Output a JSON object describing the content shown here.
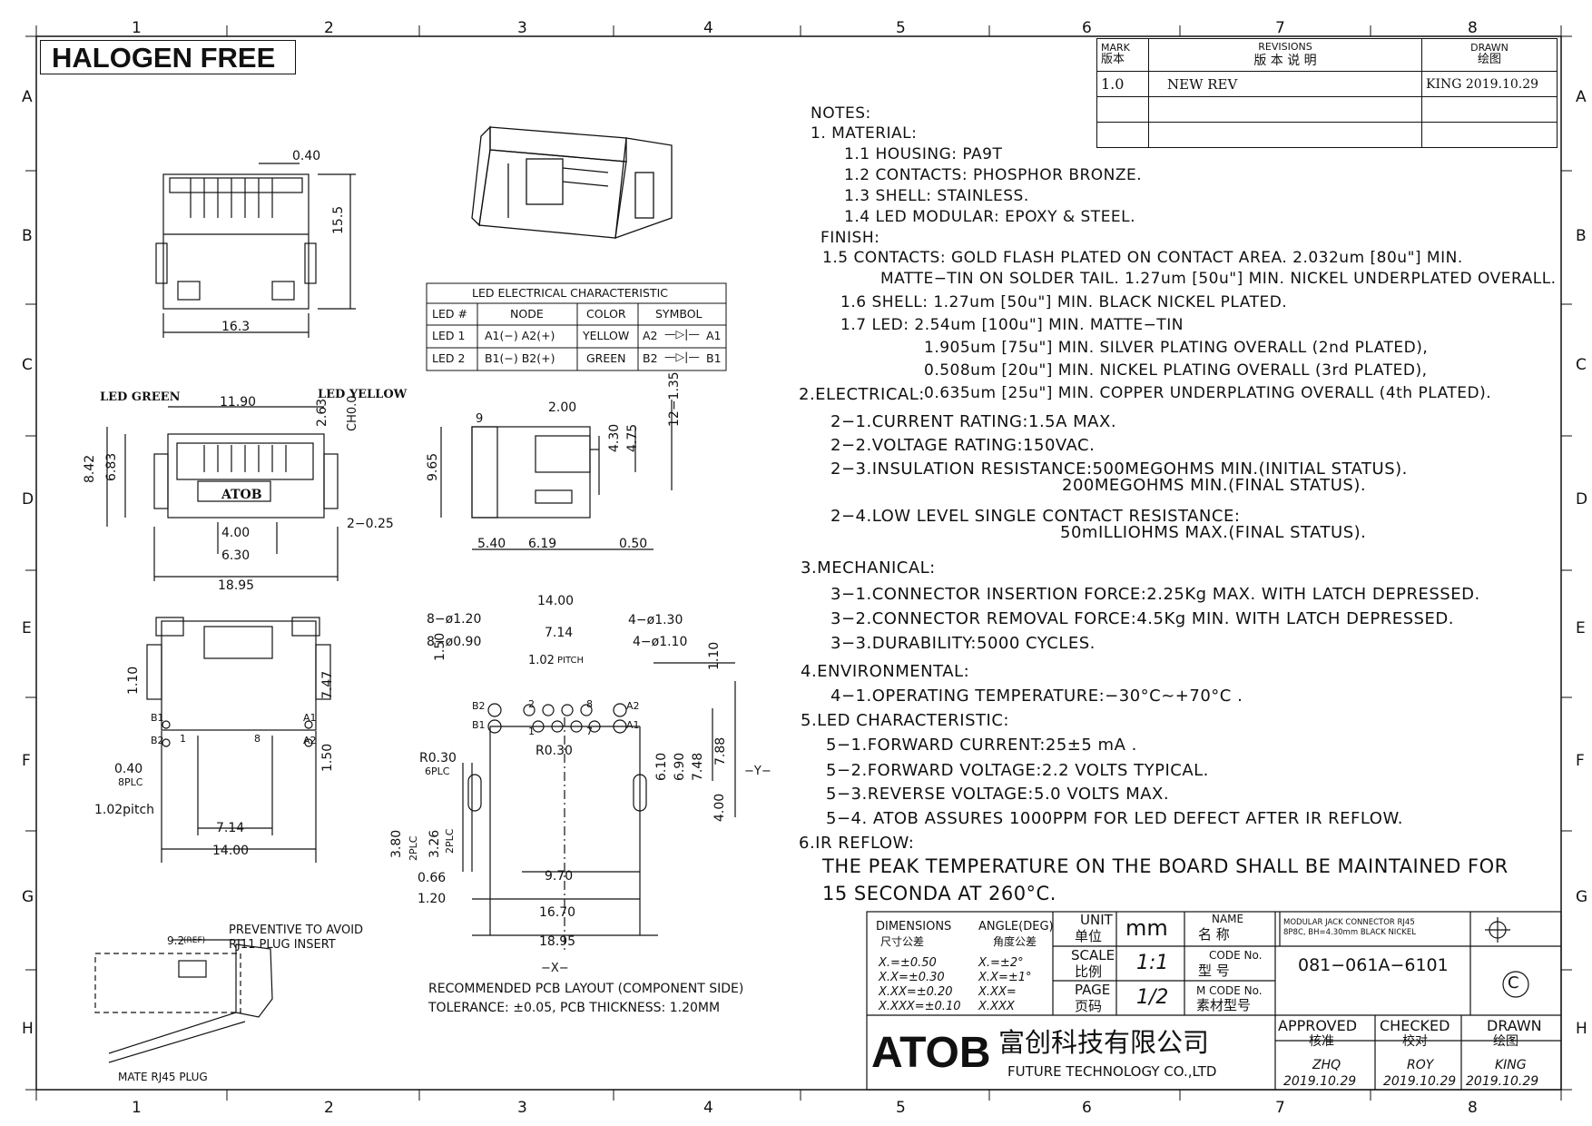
{
  "banner": {
    "text": "HALOGEN FREE"
  },
  "grid": {
    "columns": [
      "1",
      "2",
      "3",
      "4",
      "5",
      "6",
      "7",
      "8"
    ],
    "rows": [
      "A",
      "B",
      "C",
      "D",
      "E",
      "F",
      "G",
      "H"
    ]
  },
  "revisions": {
    "mark_en": "MARK",
    "mark_cn": "版本",
    "rev_en": "REVISIONS",
    "rev_cn": "版  本  说  明",
    "drawn_en": "DRAWN",
    "drawn_cn": "绘图",
    "entry": {
      "mark": "1.0",
      "desc": "NEW REV",
      "drawn": "KING 2019.10.29"
    }
  },
  "led_table": {
    "title": "LED ELECTRICAL CHARACTERISTIC",
    "headers": [
      "LED #",
      "NODE",
      "COLOR",
      "SYMBOL"
    ],
    "rows": [
      {
        "led": "LED 1",
        "node": "A1(−) A2(+)",
        "color": "YELLOW",
        "sym_l": "A2",
        "sym_r": "A1"
      },
      {
        "led": "LED 2",
        "node": "B1(−) B2(+)",
        "color": "GREEN",
        "sym_l": "B2",
        "sym_r": "B1"
      }
    ]
  },
  "dims": {
    "top_040": "0.40",
    "top_163": "16.3",
    "top_155": "15.5",
    "led_green": "LED GREEN",
    "led_yellow": "LED YELLOW",
    "f_1190": "11.90",
    "f_263": "2.63",
    "f_ch": "CH0.0",
    "f_842": "8.42",
    "f_683": "6.83",
    "f_400": "4.00",
    "f_630": "6.30",
    "f_1895": "18.95",
    "f_2025": "2−0.25",
    "logo": "ATOB",
    "s_9": "9",
    "s_200": "2.00",
    "s_12135": "12−1.35",
    "s_430": "4.30",
    "s_475": "4.75",
    "s_965": "9.65",
    "s_540": "5.40",
    "s_619": "6.19",
    "s_050": "0.50",
    "b_110": "1.10",
    "b_747": "7.47",
    "b_b1": "B1",
    "b_b2": "B2",
    "b_a1": "A1",
    "b_a2": "A2",
    "b_1": "1",
    "b_8": "8",
    "b_040": "0.40",
    "b_8plc": "8PLC",
    "b_150": "1.50",
    "b_102": "1.02pitch",
    "b_714": "7.14",
    "b_1400": "14.00",
    "p_1400": "14.00",
    "p_8120": "8−ø1.20",
    "p_4130": "4−ø1.30",
    "p_8090": "8−ø0.90",
    "p_4110": "4−ø1.10",
    "p_714": "7.14",
    "p_102": "1.02",
    "p_pitch": "PITCH",
    "p_150": "1.50",
    "p_110": "1.10",
    "p_b2": "B2",
    "p_b1": "B1",
    "p_a2": "A2",
    "p_a1": "A1",
    "p_2": "2",
    "p_1": "1",
    "p_8": "8",
    "p_7": "7",
    "p_r030a": "R0.30",
    "p_6plc": "6PLC",
    "p_r030b": "R0.30",
    "p_610": "6.10",
    "p_690": "6.90",
    "p_748": "7.48",
    "p_788": "7.88",
    "p_y": "−Y−",
    "p_400": "4.00",
    "p_380": "3.80",
    "p_2plc_a": "2PLC",
    "p_326": "3.26",
    "p_2plc_b": "2PLC",
    "p_066": "0.66",
    "p_120": "1.20",
    "p_970": "9.70",
    "p_1670": "16.70",
    "p_1895": "18.95",
    "p_x": "−X−",
    "pcb_1": "RECOMMENDED PCB LAYOUT (COMPONENT SIDE)",
    "pcb_2": "TOLERANCE: ±0.05, PCB THICKNESS: 1.20MM",
    "plug_92": "9.2",
    "plug_ref": "(REF)",
    "plug_n1": "PREVENTIVE TO AVOID",
    "plug_n2": "RJ11 PLUG INSERT",
    "plug_mate": "MATE RJ45 PLUG"
  },
  "notes": [
    "NOTES:",
    "1. MATERIAL:",
    "1.1  HOUSING: PA9T",
    "1.2  CONTACTS: PHOSPHOR BRONZE.",
    "1.3  SHELL: STAINLESS.",
    "1.4  LED MODULAR: EPOXY & STEEL.",
    "FINISH:",
    "1.5 CONTACTS:   GOLD FLASH  PLATED ON CONTACT AREA. 2.032um [80u\"] MIN.",
    "MATTE−TIN ON SOLDER TAIL. 1.27um [50u\"] MIN. NICKEL UNDERPLATED OVERALL.",
    "1.6  SHELL: 1.27um [50u\"] MIN.   BLACK NICKEL PLATED.",
    "1.7  LED: 2.54um [100u\"] MIN. MATTE−TIN",
    "1.905um [75u\"] MIN. SILVER PLATING OVERALL (2nd PLATED),",
    "0.508um [20u\"] MIN. NICKEL PLATING OVERALL (3rd PLATED),",
    "2.ELECTRICAL:",
    "0.635um [25u\"] MIN. COPPER UNDERPLATING OVERALL (4th PLATED).",
    "2−1.CURRENT RATING:1.5A MAX.",
    "2−2.VOLTAGE RATING:150VAC.",
    "2−3.INSULATION RESISTANCE:500MEGOHMS MIN.(INITIAL STATUS).",
    "200MEGOHMS MIN.(FINAL STATUS).",
    "2−4.LOW LEVEL SINGLE CONTACT RESISTANCE:",
    "50mILLIOHMS MAX.(FINAL STATUS).",
    "3.MECHANICAL:",
    "3−1.CONNECTOR INSERTION FORCE:2.25Kg MAX. WITH LATCH DEPRESSED.",
    "3−2.CONNECTOR REMOVAL FORCE:4.5Kg MIN. WITH LATCH DEPRESSED.",
    "3−3.DURABILITY:5000 CYCLES.",
    "4.ENVIRONMENTAL:",
    "4−1.OPERATING TEMPERATURE:−30°C~+70°C .",
    "5.LED CHARACTERISTIC:",
    "5−1.FORWARD CURRENT:25±5 mA .",
    "5−2.FORWARD VOLTAGE:2.2 VOLTS TYPICAL.",
    "5−3.REVERSE VOLTAGE:5.0 VOLTS MAX.",
    "5−4.  ATOB ASSURES 1000PPM FOR LED DEFECT AFTER IR REFLOW.",
    "6.IR REFLOW:",
    "THE PEAK TEMPERATURE ON THE BOARD SHALL BE MAINTAINED FOR",
    "15 SECONDA AT 260°C."
  ],
  "title_block": {
    "dimensions_en": "DIMENSIONS",
    "dimensions_cn": "尺寸公差",
    "angle_en": "ANGLE(DEG)",
    "angle_cn": "角度公差",
    "tol_x": "X.=±0.50",
    "tol_xx": "X.X=±0.30",
    "tol_xxx": "X.XX=±0.20",
    "tol_xxxx": "X.XXX=±0.10",
    "ang_x": "X.=±2°",
    "ang_xx": "X.X=±1°",
    "ang_xxx": "X.XX=",
    "ang_xxxx": "X.XXX",
    "unit_en": "UNIT",
    "unit_cn": "单位",
    "unit_val": "mm",
    "scale_en": "SCALE",
    "scale_cn": "比例",
    "scale_val": "1:1",
    "page_en": "PAGE",
    "page_cn": "页码",
    "page_val": "1/2",
    "name_en": "NAME",
    "name_cn": "名    称",
    "name_val1": "MODULAR JACK CONNECTOR RJ45",
    "name_val2": "8P8C, BH=4.30mm BLACK NICKEL",
    "code_en": "CODE No.",
    "code_cn": "型    号",
    "code_val": "081−061A−6101",
    "mcode_en": "M CODE No.",
    "mcode_cn": "素材型号",
    "company_logo": "ATOB",
    "company_cn": "富创科技有限公司",
    "company_en": "FUTURE TECHNOLOGY CO.,LTD",
    "approved_en": "APPROVED",
    "approved_cn": "核准",
    "approved_name": "ZHQ",
    "approved_date": "2019.10.29",
    "checked_en": "CHECKED",
    "checked_cn": "校对",
    "checked_name": "ROY",
    "checked_date": "2019.10.29",
    "drawn_en": "DRAWN",
    "drawn_cn": "绘图",
    "drawn_name": "KING",
    "drawn_date": "2019.10.29",
    "copyright": "C"
  }
}
